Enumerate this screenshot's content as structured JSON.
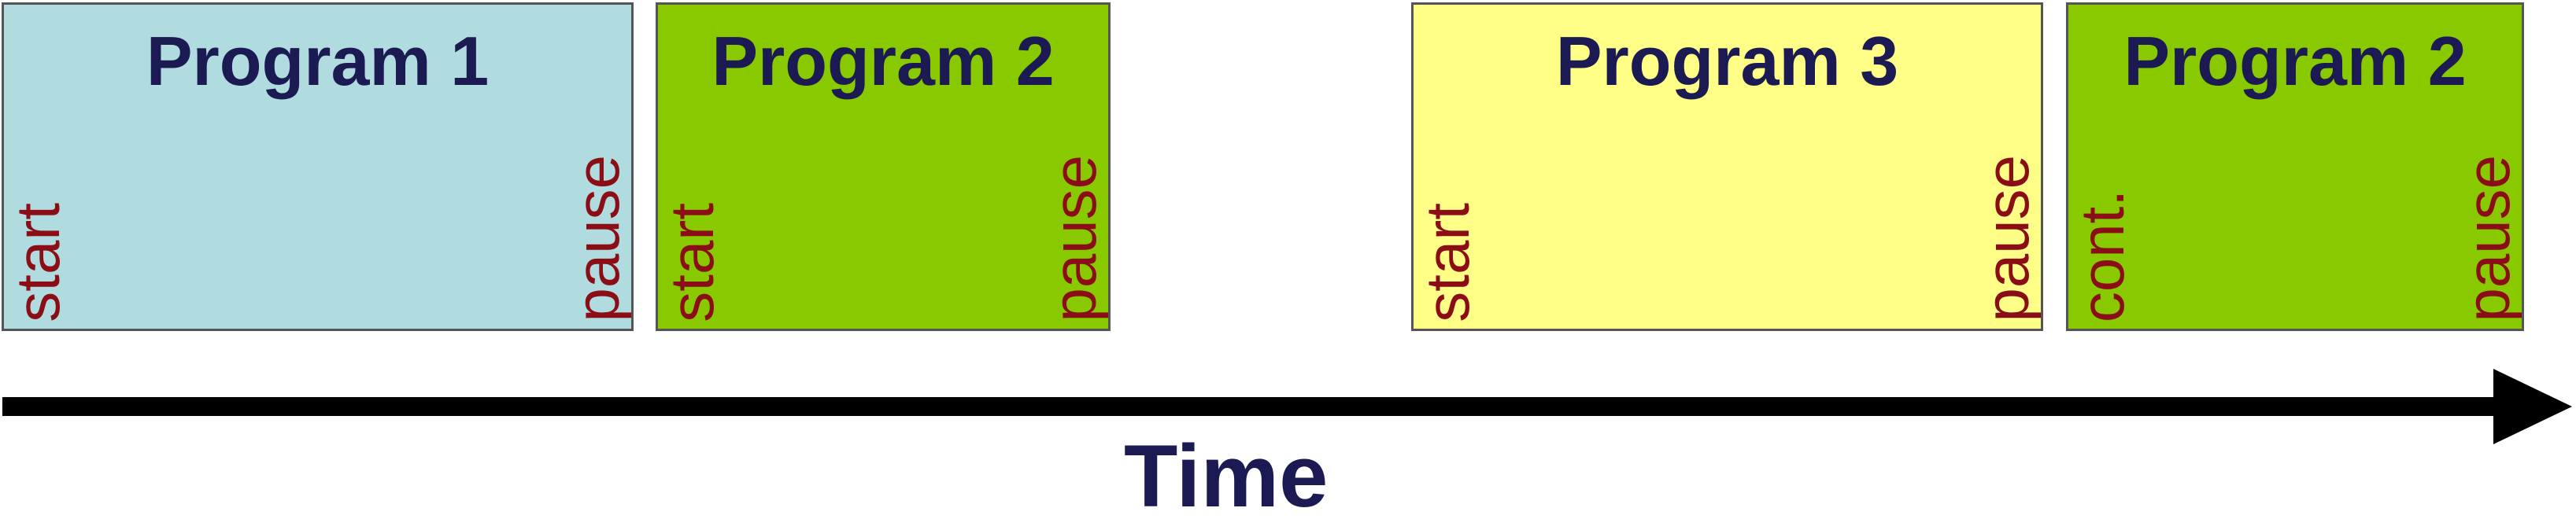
{
  "colors": {
    "program1_fill": "#b0dce0",
    "program2_fill": "#88c900",
    "program3_fill": "#ffff88",
    "title_text": "#1c1a52",
    "event_text": "#8b0d16",
    "border": "#555555",
    "axis": "#000000"
  },
  "blocks": [
    {
      "title": "Program 1",
      "left_event": "start",
      "right_event": "pause",
      "fill": "#b0dce0"
    },
    {
      "title": "Program 2",
      "left_event": "start",
      "right_event": "pause",
      "fill": "#88c900"
    },
    {
      "title": "Program 3",
      "left_event": "start",
      "right_event": "pause",
      "fill": "#ffff88"
    },
    {
      "title": "Program 2",
      "left_event": "cont.",
      "right_event": "pause",
      "fill": "#88c900"
    }
  ],
  "axis": {
    "label": "Time",
    "direction": "left-to-right"
  }
}
